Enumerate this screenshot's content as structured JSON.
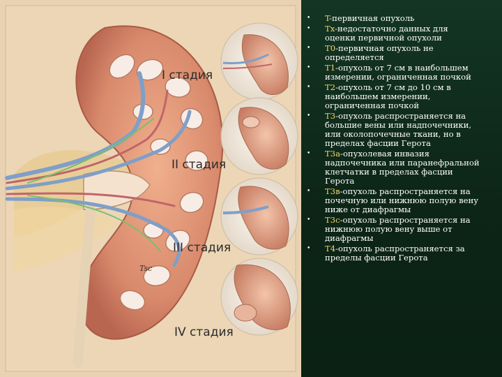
{
  "colors": {
    "background": "#0f2a18",
    "text": "#ffffff",
    "code": "#f1d56e",
    "illustration_bg": "#e9d2b2"
  },
  "illustration": {
    "stages": [
      {
        "label": "I стадия"
      },
      {
        "label": "II стадия"
      },
      {
        "label": "III стадия"
      },
      {
        "label": "IV стадия"
      }
    ],
    "signature": "Tsc"
  },
  "legend": {
    "items": [
      {
        "bullet": "•",
        "code": "T",
        "lines": [
          "-первичная опухоль"
        ]
      },
      {
        "bullet": "•",
        "code": "Tx",
        "lines": [
          "-недостаточно данных для",
          "оценки первичной опухоли"
        ]
      },
      {
        "bullet": "•",
        "code": "T0",
        "lines": [
          "-первичная опухоль не",
          "определяется"
        ]
      },
      {
        "bullet": "•",
        "code": "T1",
        "lines": [
          "-опухоль от 7 см в наибольшем",
          "измерении, ограниченная почкой"
        ]
      },
      {
        "bullet": "•",
        "code": "T2",
        "lines": [
          "-опухоль от 7 см до 10 см в",
          "наибольшем измерении,",
          "ограниченная почкой"
        ]
      },
      {
        "bullet": "•",
        "code": "T3",
        "lines": [
          "-опухоль распространяется на",
          "большие  вены или надпочечники,",
          "или околопочечные ткани, но в",
          "пределах фасции Герота"
        ]
      },
      {
        "bullet": "•",
        "code": "T3a",
        "lines": [
          "-опухолевая инвазия",
          "надпочечника или паранефральной",
          "клетчатки в пределах фасции",
          "Герота"
        ]
      },
      {
        "bullet": "•",
        "code": "T3в",
        "lines": [
          "-опухоль распространяется на",
          "почечную или нижнюю полую вену",
          "ниже от диафрагмы"
        ]
      },
      {
        "bullet": "•",
        "code": "T3c",
        "lines": [
          "-опухоль распространяется на",
          "нижнюю полую вену выше от",
          "диафрагмы"
        ]
      },
      {
        "bullet": "•",
        "code": "T4",
        "lines": [
          "-опухоль распространяется за",
          "пределы   фасции Герота"
        ]
      }
    ]
  }
}
